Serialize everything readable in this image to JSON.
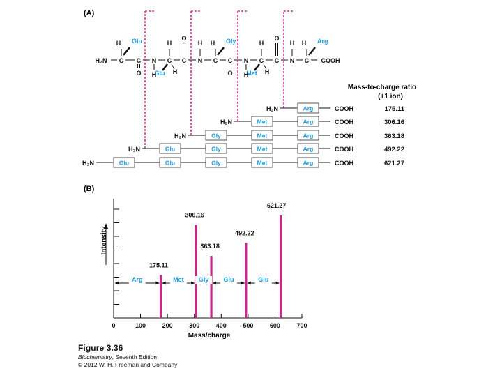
{
  "panel_a": {
    "label": "(A)",
    "top_formula": {
      "residues": [
        {
          "side_chain": "Glu",
          "h_alpha": "H",
          "h_bottom": null
        },
        {
          "side_chain": "Glu",
          "h_alpha": "H",
          "h_bottom": "H"
        },
        {
          "side_chain": "Gly",
          "h_alpha": "H",
          "h_bottom": "H"
        },
        {
          "side_chain": "Met",
          "h_alpha": "H",
          "h_bottom": "H"
        },
        {
          "side_chain": "Arg",
          "h_alpha": "H",
          "h_bottom": null
        }
      ],
      "n_terminus": "H₂N",
      "c_terminus": "COOH",
      "carbon": "C",
      "nitrogen": "N",
      "hydrogen": "H",
      "oxygen": "O"
    },
    "fragment_header": {
      "title": "Mass-to-charge ratio",
      "subtitle": "(+1 ion)"
    },
    "fragments": [
      {
        "n_label": "H₂N",
        "residues": [
          "Arg"
        ],
        "c_label": "COOH",
        "mz": "175.11"
      },
      {
        "n_label": "H₂N",
        "residues": [
          "Met",
          "Arg"
        ],
        "c_label": "COOH",
        "mz": "306.16"
      },
      {
        "n_label": "H₂N",
        "residues": [
          "Gly",
          "Met",
          "Arg"
        ],
        "c_label": "COOH",
        "mz": "363.18"
      },
      {
        "n_label": "H₂N",
        "residues": [
          "Glu",
          "Gly",
          "Met",
          "Arg"
        ],
        "c_label": "COOH",
        "mz": "492.22"
      },
      {
        "n_label": "H₂N",
        "residues": [
          "Glu",
          "Glu",
          "Gly",
          "Met",
          "Arg"
        ],
        "c_label": "COOH",
        "mz": "621.27"
      }
    ],
    "colors": {
      "residue_text": "#1a9bd7",
      "cleavage": "#d6339a",
      "box": "#555555"
    }
  },
  "panel_b": {
    "label": "(B)",
    "chart_data": {
      "type": "bar",
      "xlabel": "Mass/charge",
      "ylabel": "Intensity",
      "xlim": [
        0,
        700
      ],
      "x_ticks": [
        0,
        100,
        200,
        300,
        400,
        500,
        600,
        700
      ],
      "bar_color": "#c8288c",
      "peaks": [
        {
          "x": 175.11,
          "label": "175.11",
          "intensity": 0.36
        },
        {
          "x": 306.16,
          "label": "306.16",
          "intensity": 0.78
        },
        {
          "x": 363.18,
          "label": "363.18",
          "intensity": 0.52
        },
        {
          "x": 492.22,
          "label": "492.22",
          "intensity": 0.63
        },
        {
          "x": 621.27,
          "label": "621.27",
          "intensity": 0.86
        }
      ],
      "intervals": [
        {
          "from": 0,
          "to": 175.11,
          "label": "Arg"
        },
        {
          "from": 175.11,
          "to": 306.16,
          "label": "Met"
        },
        {
          "from": 306.16,
          "to": 363.18,
          "label": "Gly"
        },
        {
          "from": 363.18,
          "to": 492.22,
          "label": "Glu"
        },
        {
          "from": 492.22,
          "to": 621.27,
          "label": "Glu"
        }
      ]
    }
  },
  "caption": {
    "figure": "Figure 3.36",
    "book": "Biochemistry",
    "edition": ", Seventh Edition",
    "copyright": "© 2012 W. H. Freeman and Company"
  }
}
